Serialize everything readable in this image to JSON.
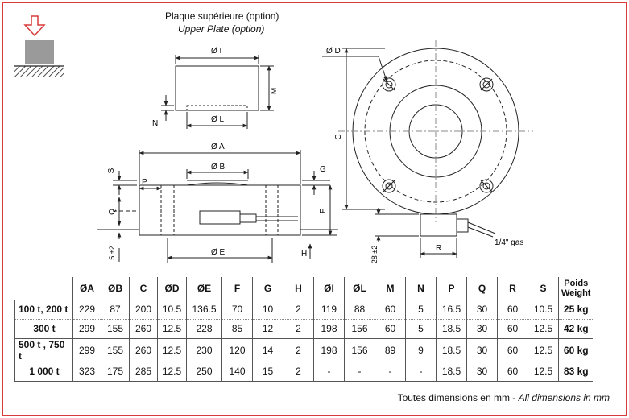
{
  "captions": {
    "upper_plate_fr": "Plaque supérieure (option)",
    "upper_plate_en": "Upper Plate (option)"
  },
  "drawing_labels": {
    "dia_i": "Ø I",
    "dia_l": "Ø L",
    "m": "M",
    "n": "N",
    "dia_a": "Ø A",
    "dia_b": "Ø B",
    "s": "S",
    "p": "P",
    "g": "G",
    "q": "Q",
    "f": "F",
    "dim_5": "5 ±2",
    "dia_e": "Ø E",
    "h": "H",
    "dia_d": "Ø D",
    "c": "C",
    "r": "R",
    "dim_28": "28 ±2",
    "gas": "1/4\" gas"
  },
  "table": {
    "headers": [
      "ØA",
      "ØB",
      "C",
      "ØD",
      "ØE",
      "F",
      "G",
      "H",
      "ØI",
      "ØL",
      "M",
      "N",
      "P",
      "Q",
      "R",
      "S"
    ],
    "weight_header_fr": "Poids",
    "weight_header_en": "Weight",
    "rows": [
      {
        "label": "100 t, 200 t",
        "values": [
          "229",
          "87",
          "200",
          "10.5",
          "136.5",
          "70",
          "10",
          "2",
          "119",
          "88",
          "60",
          "5",
          "16.5",
          "30",
          "60",
          "10.5"
        ],
        "weight": "25 kg"
      },
      {
        "label": "300 t",
        "values": [
          "299",
          "155",
          "260",
          "12.5",
          "228",
          "85",
          "12",
          "2",
          "198",
          "156",
          "60",
          "5",
          "18.5",
          "30",
          "60",
          "12.5"
        ],
        "weight": "42 kg"
      },
      {
        "label": "500 t , 750 t",
        "values": [
          "299",
          "155",
          "260",
          "12.5",
          "230",
          "120",
          "14",
          "2",
          "198",
          "156",
          "89",
          "9",
          "18.5",
          "30",
          "60",
          "12.5"
        ],
        "weight": "60 kg"
      },
      {
        "label": "1 000 t",
        "values": [
          "323",
          "175",
          "285",
          "12.5",
          "250",
          "140",
          "15",
          "2",
          "-",
          "-",
          "-",
          "-",
          "18.5",
          "30",
          "60",
          "12.5"
        ],
        "weight": "83 kg"
      }
    ]
  },
  "footnote": {
    "fr": "Toutes dimensions en mm - ",
    "en": "All dimensions in mm"
  },
  "colors": {
    "frame": "#d93b3b",
    "arrow": "#d93b3b",
    "block": "#9a9a9a",
    "line": "#222222"
  }
}
